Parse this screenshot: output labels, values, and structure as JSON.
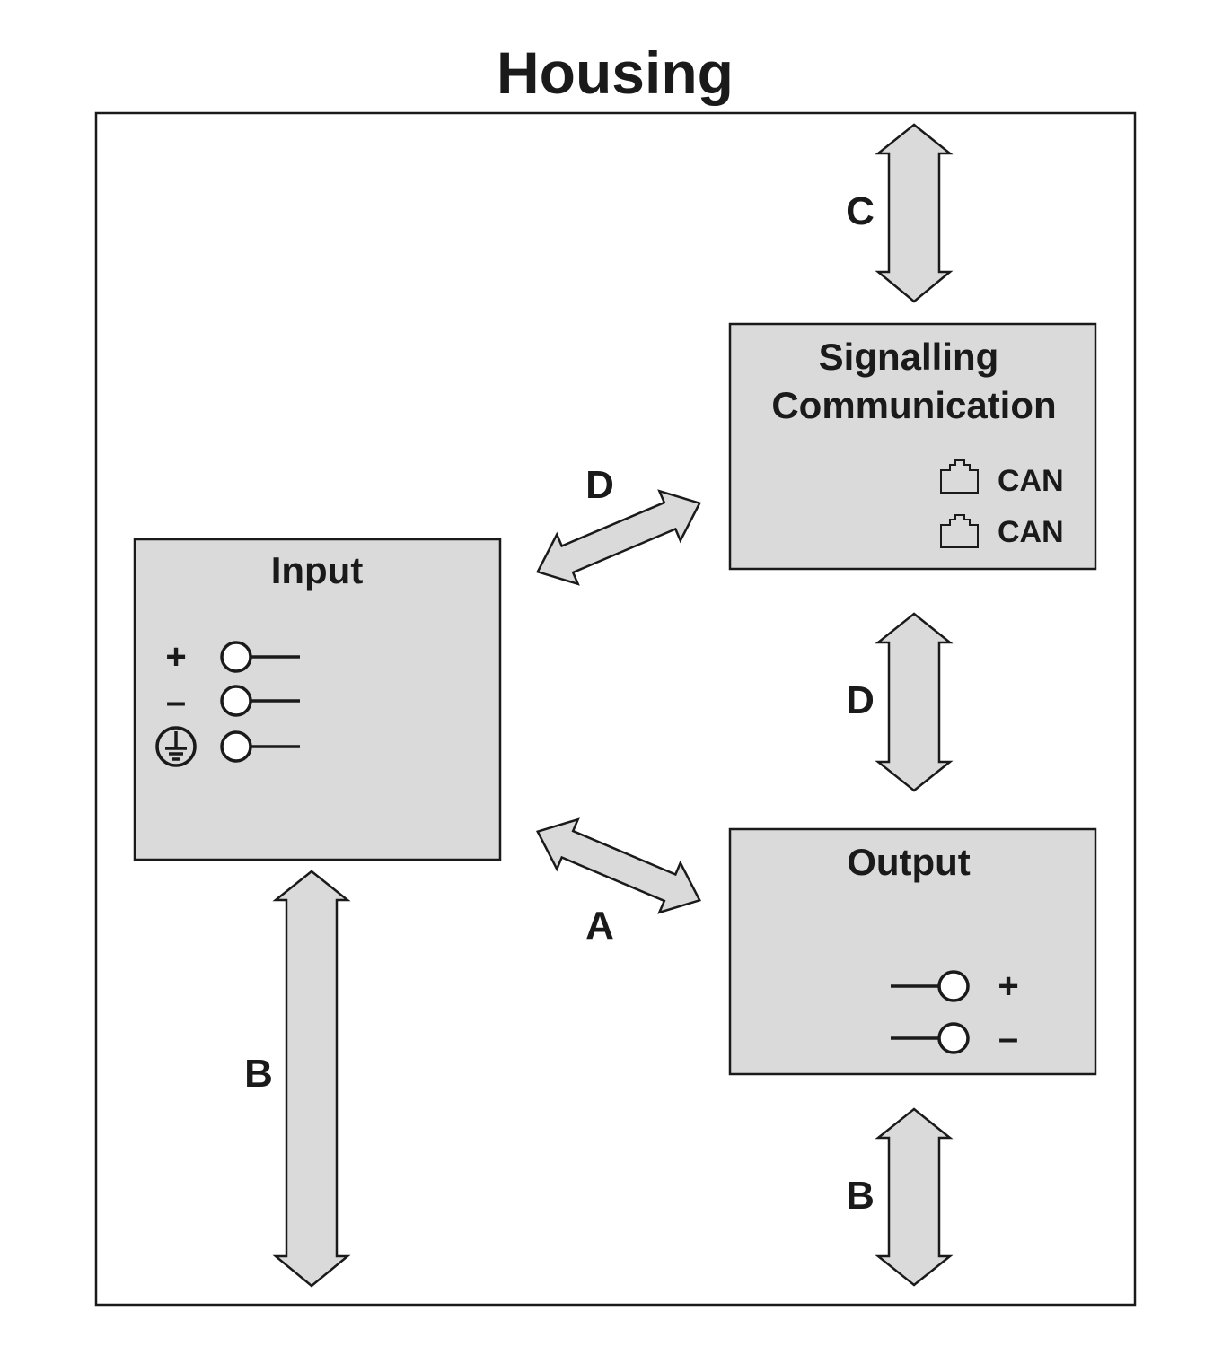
{
  "title": "Housing",
  "blocks": {
    "input": {
      "title": "Input",
      "terminals": [
        {
          "symbol": "+",
          "icon": "plus-symbol"
        },
        {
          "symbol": "–",
          "icon": "minus-symbol"
        },
        {
          "symbol": "",
          "icon": "protective-earth-icon"
        }
      ]
    },
    "signalling": {
      "title_line1": "Signalling",
      "title_line2": "Communication",
      "ports": [
        {
          "label": "CAN",
          "icon": "rj45-port-icon"
        },
        {
          "label": "CAN",
          "icon": "rj45-port-icon"
        }
      ]
    },
    "output": {
      "title": "Output",
      "terminals": [
        {
          "symbol": "+"
        },
        {
          "symbol": "–"
        }
      ]
    }
  },
  "interfaces": {
    "c_top": "C",
    "d_input_signalling": "D",
    "d_signalling_output": "D",
    "a_input_output": "A",
    "b_input": "B",
    "b_output": "B"
  },
  "colors": {
    "block_fill": "#dadada",
    "stroke": "#1a1a1a"
  }
}
